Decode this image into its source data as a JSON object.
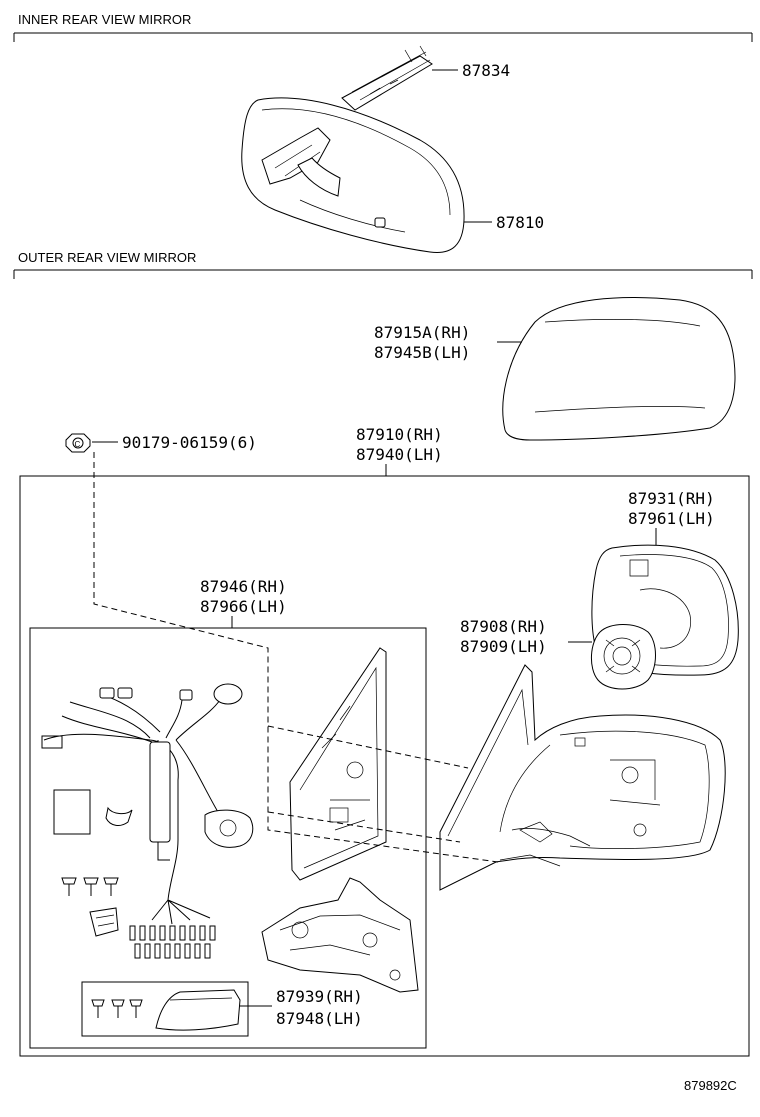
{
  "sections": {
    "inner": "INNER REAR VIEW MIRROR",
    "outer": "OUTER REAR VIEW MIRROR"
  },
  "parts": {
    "p87834": "87834",
    "p87810": "87810",
    "p87915A": "87915A(RH)",
    "p87945B": "87945B(LH)",
    "p90179": "90179-06159(6)",
    "p87910": "87910(RH)",
    "p87940": "87940(LH)",
    "p87931": "87931(RH)",
    "p87961": "87961(LH)",
    "p87946": "87946(RH)",
    "p87966": "87966(LH)",
    "p87908": "87908(RH)",
    "p87909": "87909(LH)",
    "p87939": "87939(RH)",
    "p87948": "87948(LH)"
  },
  "clip_symbol": "C",
  "diagram_code": "879892C"
}
